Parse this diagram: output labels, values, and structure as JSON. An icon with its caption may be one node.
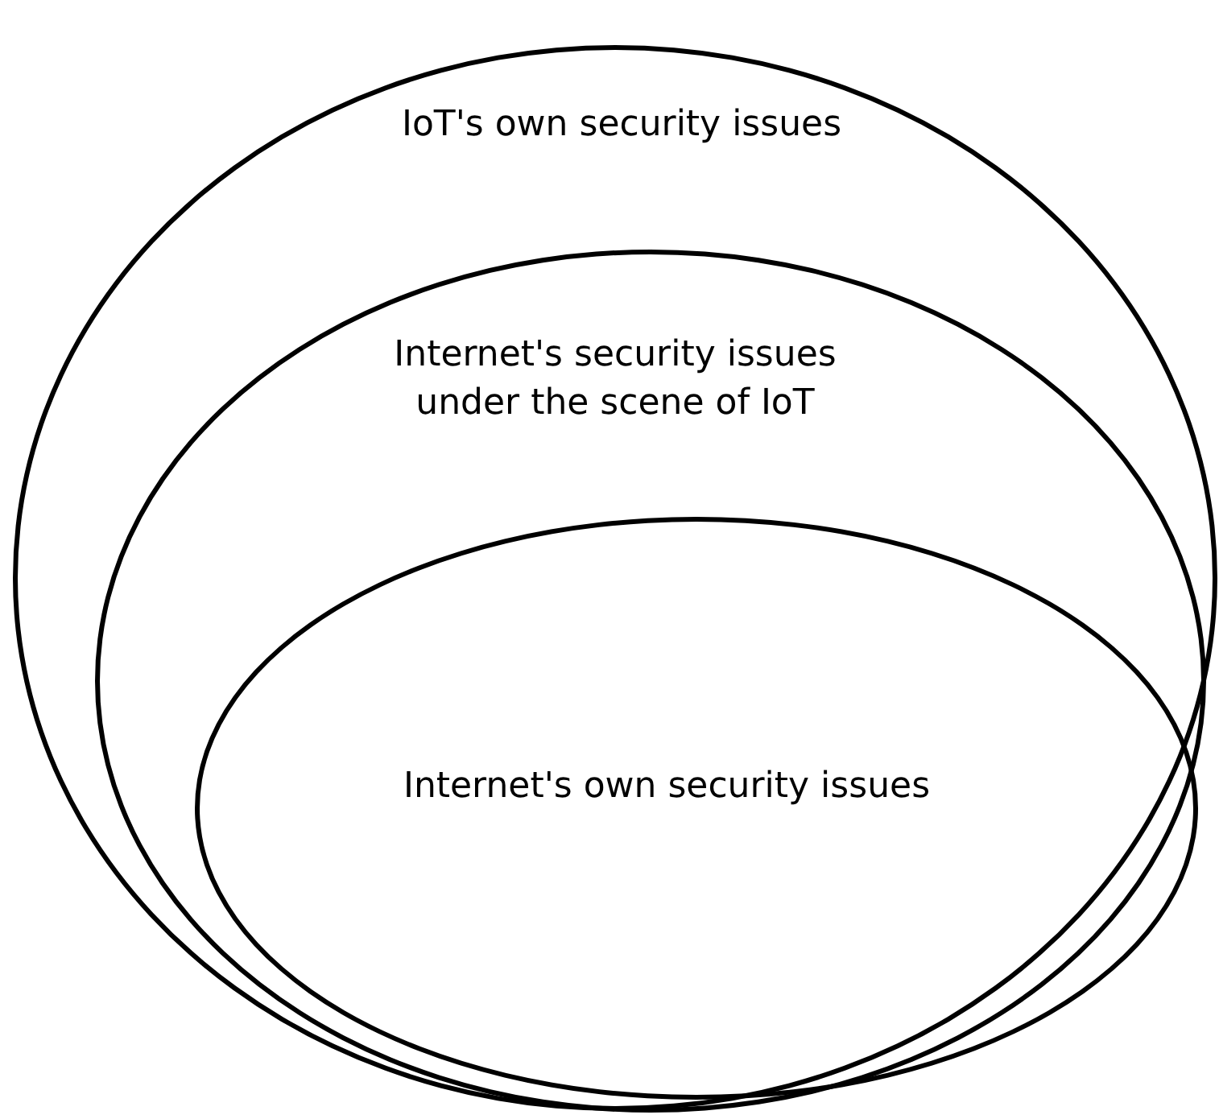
{
  "diagram": {
    "nodes": [
      {
        "text": [
          "IoT's own security issues"
        ]
      },
      {
        "text": [
          "Internet's security issues under the scene of IoT"
        ],
        "in": 0
      },
      {
        "text": [
          "Internet's own security issues"
        ],
        "in": 1
      }
    ]
  }
}
